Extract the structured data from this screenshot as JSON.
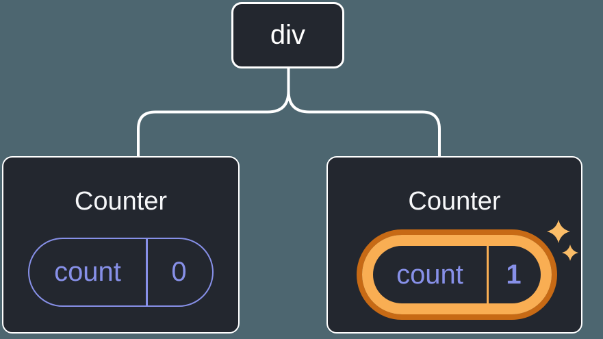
{
  "diagram": {
    "type": "component-tree",
    "root_node": {
      "label": "div"
    },
    "children": [
      {
        "title": "Counter",
        "state_key": "count",
        "state_value": "0",
        "highlighted": false
      },
      {
        "title": "Counter",
        "state_key": "count",
        "state_value": "1",
        "highlighted": true
      }
    ]
  },
  "colors": {
    "background": "#4D6670",
    "card_background": "#23272F",
    "card_border": "#FFFFFF",
    "connector_line": "#FFFFFF",
    "state_purple": "#8790E8",
    "highlight_ring_dark_orange": "#C76A15",
    "highlight_ring_light_orange": "#F9AE53",
    "sparkle_orange": "#FBBD68"
  },
  "icons": [
    {
      "name": "sparkles-icon",
      "glyph": "four-point-stars"
    }
  ]
}
